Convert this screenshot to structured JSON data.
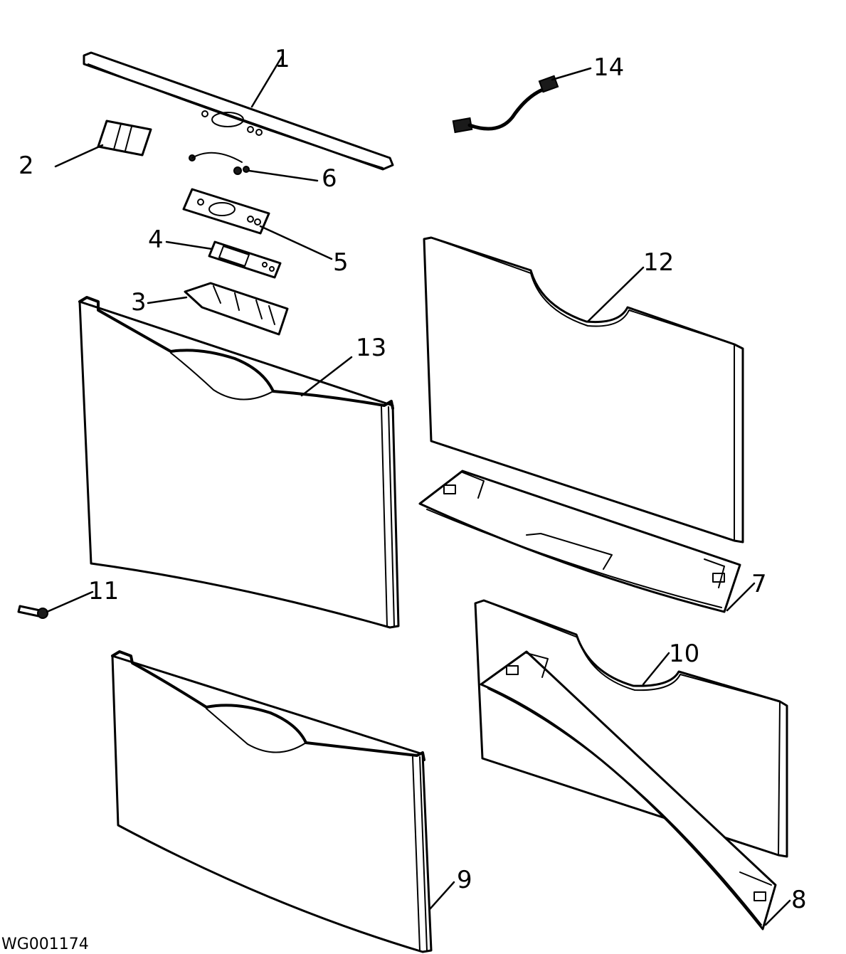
{
  "figure_code": "WG001174",
  "callouts": [
    "1",
    "2",
    "3",
    "4",
    "5",
    "6",
    "7",
    "8",
    "9",
    "10",
    "11",
    "12",
    "13",
    "14"
  ]
}
